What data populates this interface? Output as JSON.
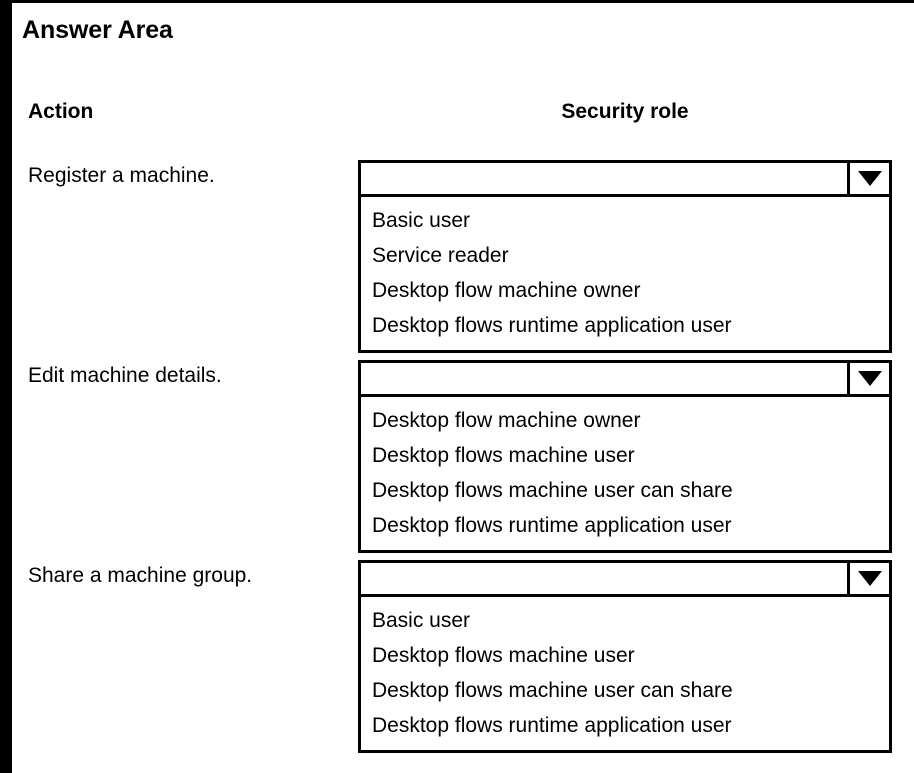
{
  "page": {
    "title": "Answer Area",
    "accent_border_color": "#000000",
    "background_color": "#ffffff",
    "text_color": "#000000"
  },
  "table": {
    "headers": {
      "action": "Action",
      "security_role": "Security role"
    },
    "rows": [
      {
        "action": "Register a machine.",
        "dropdown": {
          "selected": "",
          "arrow_icon": "chevron-down-icon",
          "expanded": true,
          "options": [
            "Basic user",
            "Service reader",
            "Desktop flow machine owner",
            "Desktop flows runtime application user"
          ]
        }
      },
      {
        "action": "Edit machine details.",
        "dropdown": {
          "selected": "",
          "arrow_icon": "chevron-down-icon",
          "expanded": true,
          "options": [
            "Desktop flow machine owner",
            "Desktop flows machine user",
            "Desktop flows machine user can share",
            "Desktop flows runtime application user"
          ]
        }
      },
      {
        "action": "Share a machine group.",
        "dropdown": {
          "selected": "",
          "arrow_icon": "chevron-down-icon",
          "expanded": true,
          "options": [
            "Basic user",
            "Desktop flows machine user",
            "Desktop flows machine user can share",
            "Desktop flows runtime application user"
          ]
        }
      }
    ]
  }
}
